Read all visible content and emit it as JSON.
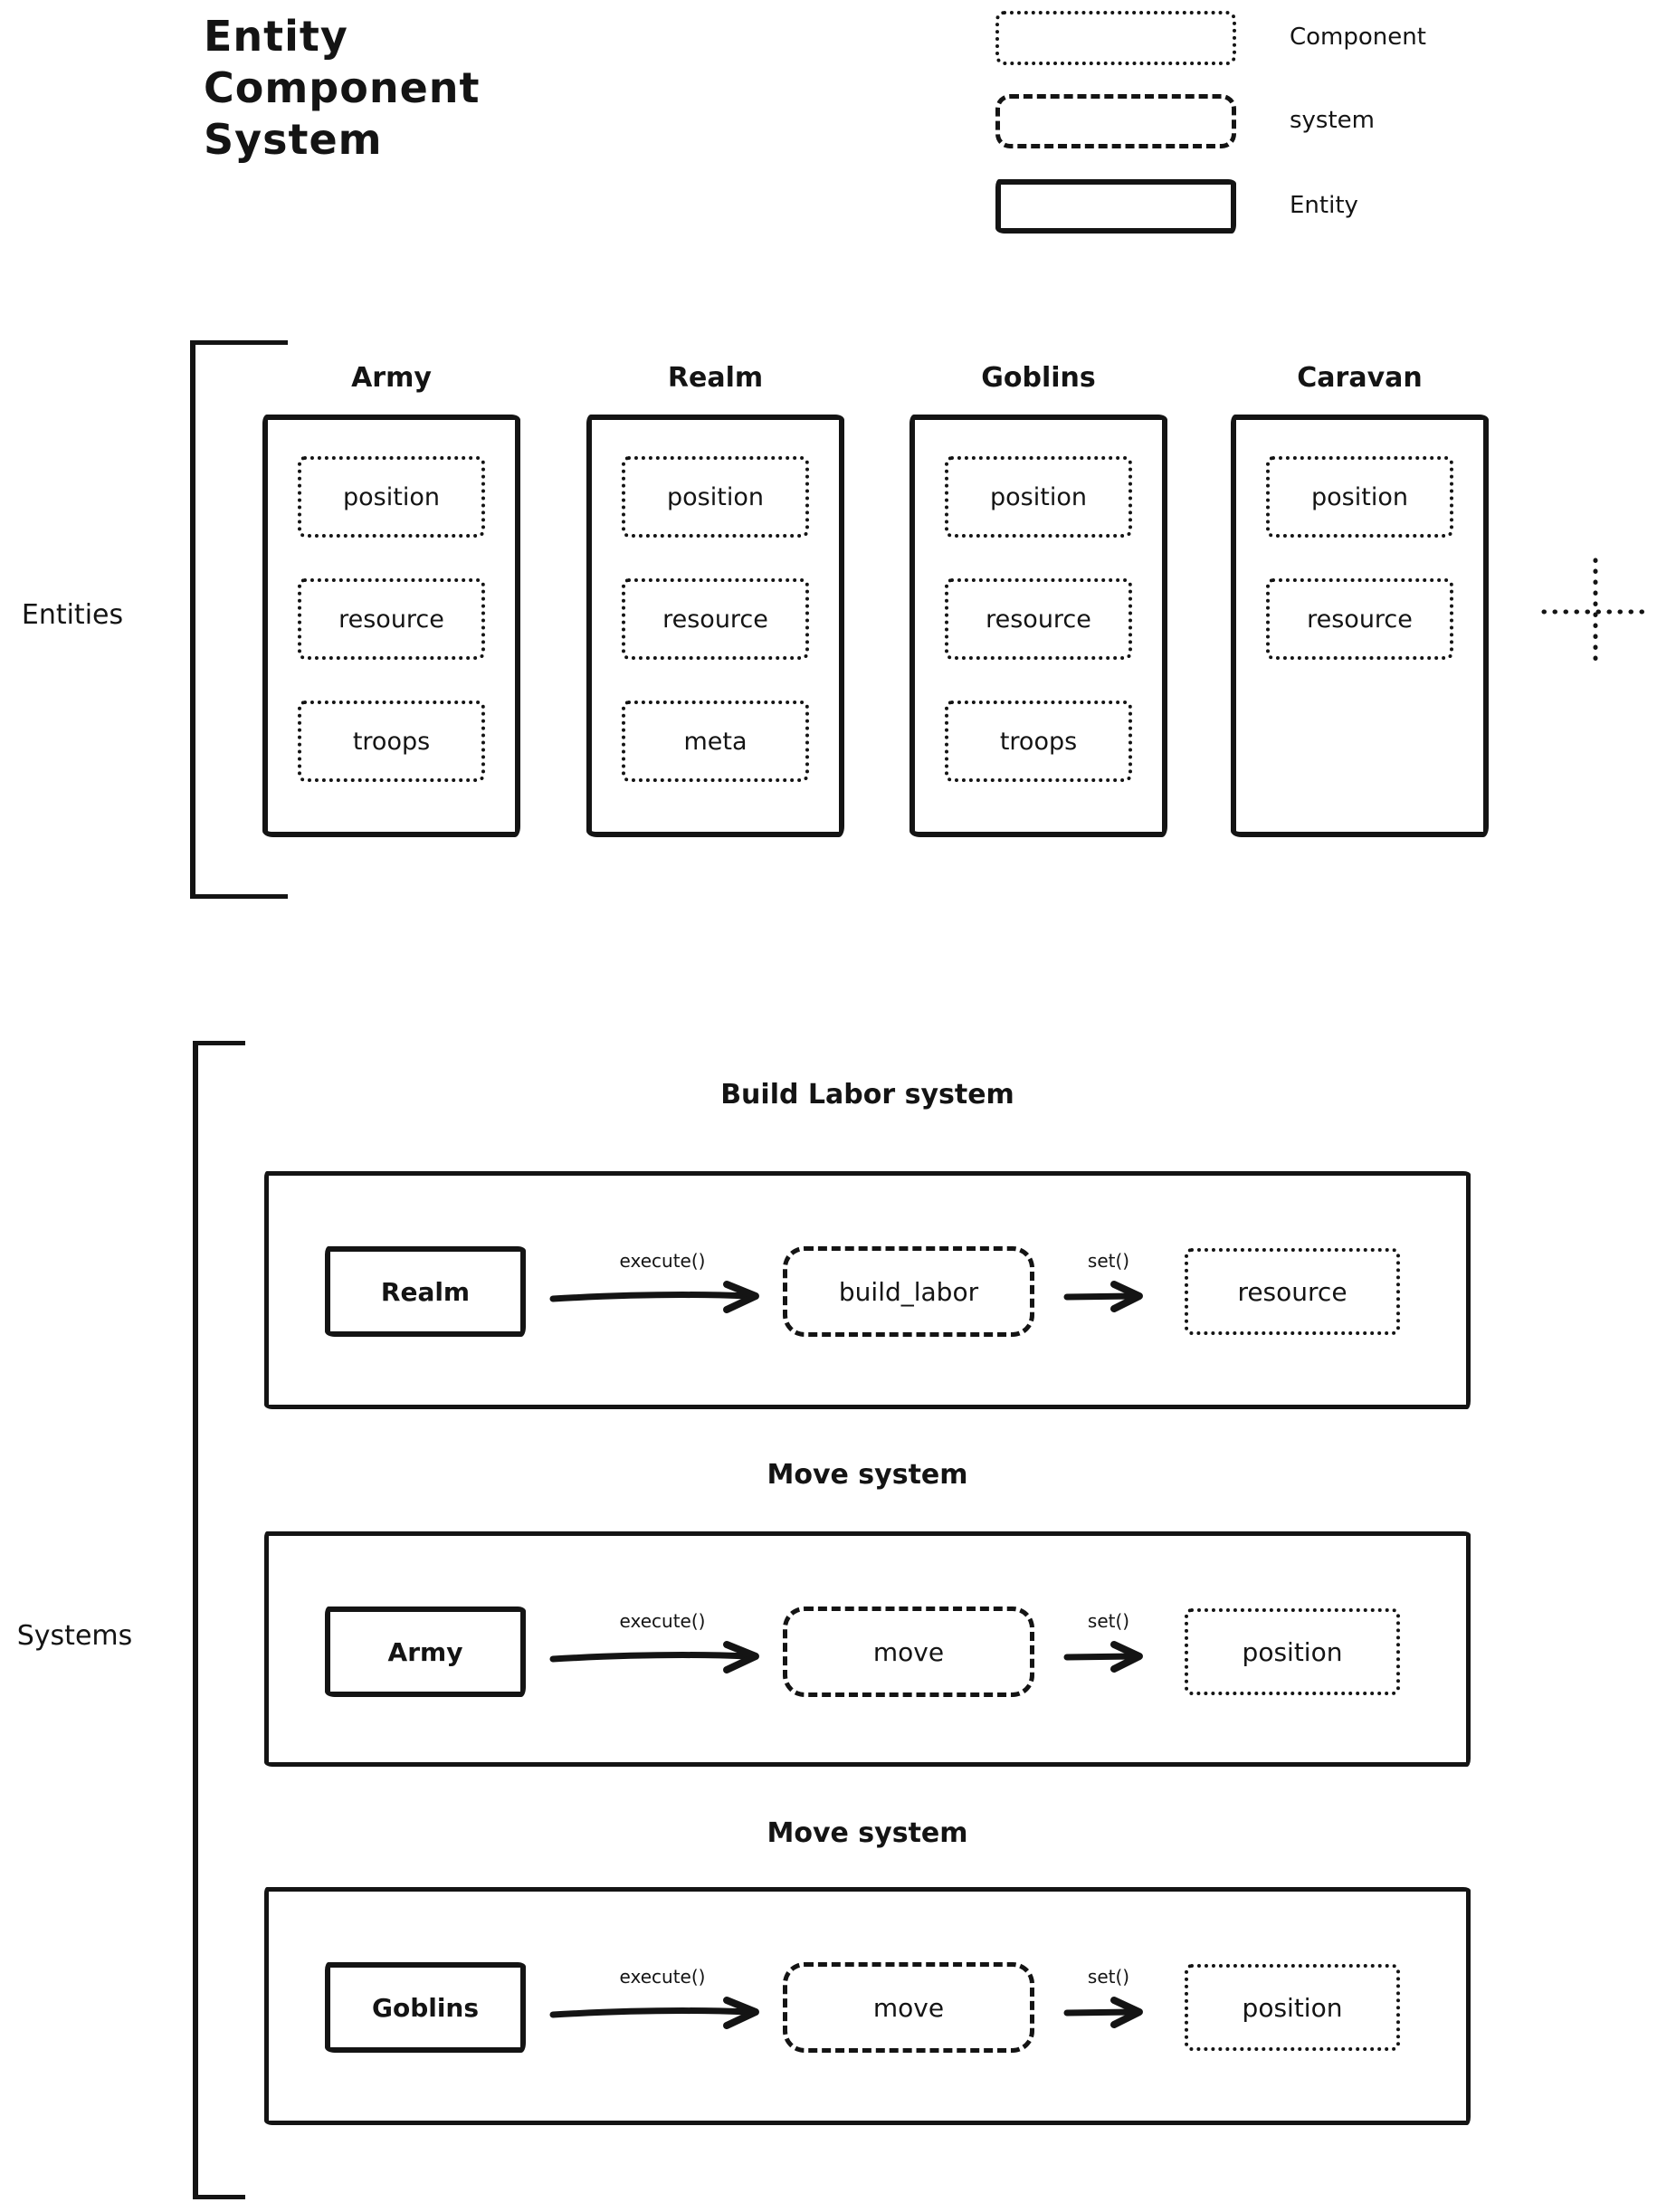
{
  "colors": {
    "ink": "#141414",
    "background": "#ffffff"
  },
  "title": {
    "lines": [
      "Entity",
      "Component",
      "System"
    ]
  },
  "legend": {
    "items": [
      {
        "label": "Component",
        "style": "dotted"
      },
      {
        "label": "system",
        "style": "dashed"
      },
      {
        "label": "Entity",
        "style": "solid"
      }
    ]
  },
  "entities_section": {
    "label": "Entities",
    "cards": [
      {
        "title": "Army",
        "components": [
          "position",
          "resource",
          "troops"
        ]
      },
      {
        "title": "Realm",
        "components": [
          "position",
          "resource",
          "meta"
        ]
      },
      {
        "title": "Goblins",
        "components": [
          "position",
          "resource",
          "troops"
        ]
      },
      {
        "title": "Caravan",
        "components": [
          "position",
          "resource"
        ]
      }
    ],
    "more_icon": "dotted-plus"
  },
  "systems_section": {
    "label": "Systems",
    "rows": [
      {
        "title": "Build Labor system",
        "entity": "Realm",
        "call_label": "execute()",
        "system": "build_labor",
        "set_label": "set()",
        "component": "resource"
      },
      {
        "title": "Move system",
        "entity": "Army",
        "call_label": "execute()",
        "system": "move",
        "set_label": "set()",
        "component": "position"
      },
      {
        "title": "Move system",
        "entity": "Goblins",
        "call_label": "execute()",
        "system": "move",
        "set_label": "set()",
        "component": "position"
      }
    ]
  }
}
